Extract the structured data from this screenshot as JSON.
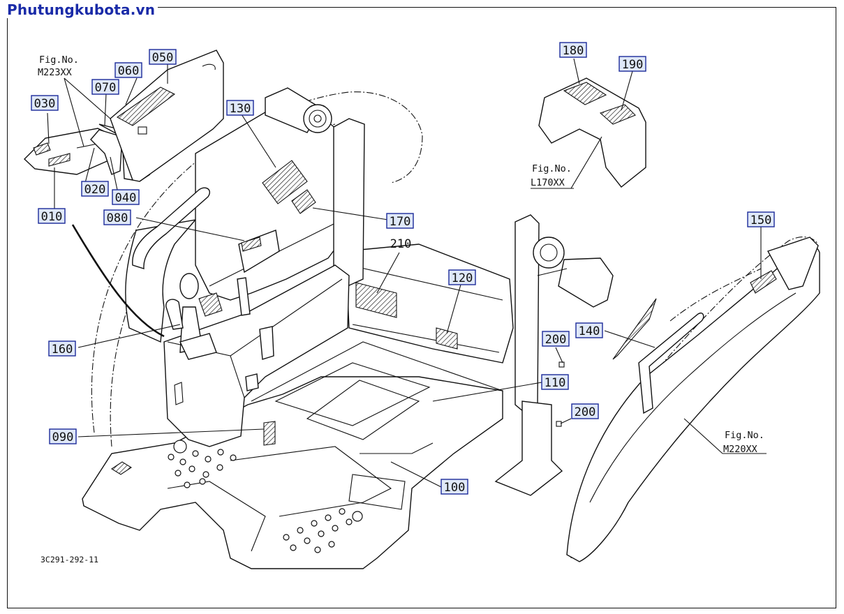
{
  "site_title": "Phutungkubota.vn",
  "drawing_code": "3C291-292-11",
  "callouts": [
    {
      "id": "010",
      "label": "010"
    },
    {
      "id": "020",
      "label": "020"
    },
    {
      "id": "030",
      "label": "030"
    },
    {
      "id": "040",
      "label": "040"
    },
    {
      "id": "050",
      "label": "050"
    },
    {
      "id": "060",
      "label": "060"
    },
    {
      "id": "070",
      "label": "070"
    },
    {
      "id": "080",
      "label": "080"
    },
    {
      "id": "090",
      "label": "090"
    },
    {
      "id": "100",
      "label": "100"
    },
    {
      "id": "110",
      "label": "110"
    },
    {
      "id": "120",
      "label": "120"
    },
    {
      "id": "130",
      "label": "130"
    },
    {
      "id": "140",
      "label": "140"
    },
    {
      "id": "150",
      "label": "150"
    },
    {
      "id": "160",
      "label": "160"
    },
    {
      "id": "170",
      "label": "170"
    },
    {
      "id": "180",
      "label": "180"
    },
    {
      "id": "190",
      "label": "190"
    },
    {
      "id": "200a",
      "label": "200"
    },
    {
      "id": "200b",
      "label": "200"
    },
    {
      "id": "210",
      "label": "210"
    }
  ],
  "figure_refs": [
    {
      "id": "m223",
      "line1": "Fig.No.",
      "line2": "M223XX"
    },
    {
      "id": "l170",
      "line1": "Fig.No.",
      "line2": "L170XX"
    },
    {
      "id": "m220",
      "line1": "Fig.No.",
      "line2": "M220XX"
    }
  ]
}
